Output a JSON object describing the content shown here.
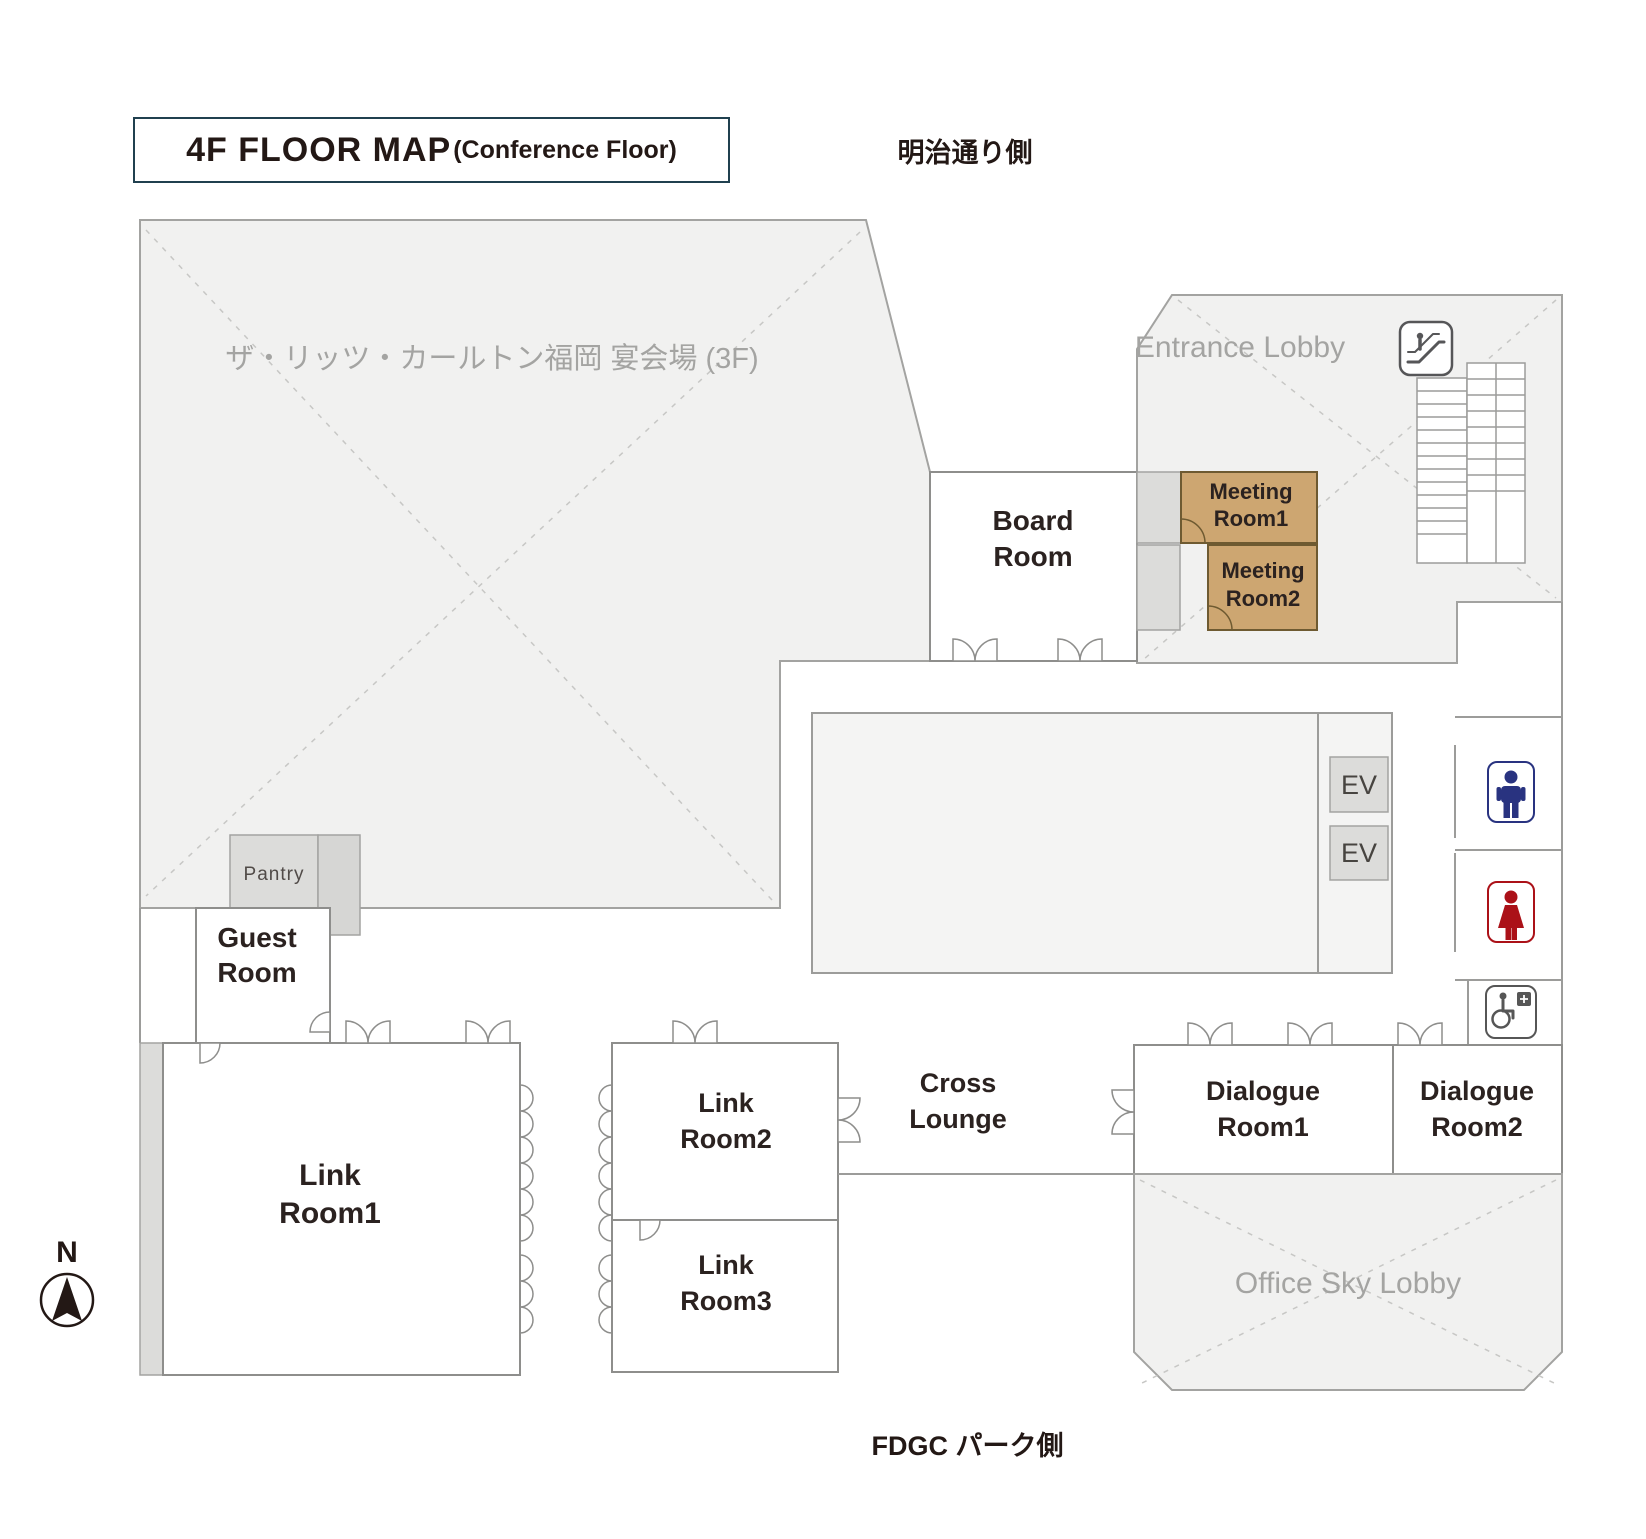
{
  "title": {
    "main": "4F FLOOR MAP",
    "sub": "(Conference Floor)"
  },
  "street_labels": {
    "top": "明治通り側",
    "bottom": "FDGC パーク側"
  },
  "compass": {
    "north_label": "N"
  },
  "areas": {
    "banquet_hall": {
      "label": "ザ・リッツ・カールトン福岡 宴会場 (3F)"
    },
    "entrance_lobby": {
      "label": "Entrance Lobby"
    },
    "office_sky_lobby": {
      "label": "Office Sky Lobby"
    },
    "cross_lounge": {
      "line1": "Cross",
      "line2": "Lounge"
    }
  },
  "rooms": {
    "board_room": {
      "line1": "Board",
      "line2": "Room"
    },
    "meeting_room1": {
      "line1": "Meeting",
      "line2": "Room1"
    },
    "meeting_room2": {
      "line1": "Meeting",
      "line2": "Room2"
    },
    "pantry": {
      "label": "Pantry"
    },
    "guest_room": {
      "line1": "Guest",
      "line2": "Room"
    },
    "link_room1": {
      "line1": "Link",
      "line2": "Room1"
    },
    "link_room2": {
      "line1": "Link",
      "line2": "Room2"
    },
    "link_room3": {
      "line1": "Link",
      "line2": "Room3"
    },
    "dialogue_room1": {
      "line1": "Dialogue",
      "line2": "Room1"
    },
    "dialogue_room2": {
      "line1": "Dialogue",
      "line2": "Room2"
    }
  },
  "facilities": {
    "elevator1": {
      "label": "EV"
    },
    "elevator2": {
      "label": "EV"
    },
    "icons": {
      "escalator": "escalator-icon",
      "mens_restroom": "mens-restroom-icon",
      "womens_restroom": "womens-restroom-icon",
      "accessible_restroom": "accessible-baby-care-icon",
      "north_arrow": "north-arrow-icon"
    }
  },
  "colors": {
    "area_fill": "#f1f1f0",
    "service_fill": "#dcdcda",
    "meeting_fill": "#cda671",
    "meeting_border": "#6e5a31",
    "wall": "#9c9c9a",
    "label_dark": "#2b2220",
    "label_gray": "#a4a4a2",
    "title_border": "#20404f",
    "mens_blue": "#293380",
    "womens_red": "#ab1118",
    "accessible_gray": "#565656"
  }
}
